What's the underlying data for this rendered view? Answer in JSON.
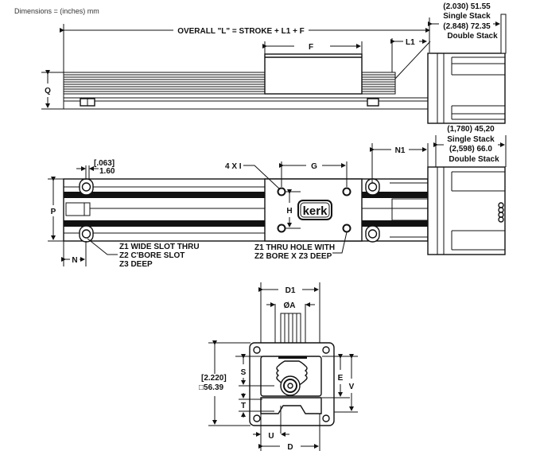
{
  "header": {
    "units_note": "Dimensions = (inches) mm"
  },
  "side_view": {
    "overall": "OVERALL \"L\" = STROKE + L1 + F",
    "f": "F",
    "l1": "L1",
    "q": "Q",
    "motor_length": [
      "(2.030) 51.55",
      "Single Stack",
      "(2.848) 72.35",
      "Double Stack"
    ]
  },
  "top_view": {
    "motor_length": [
      "(1,780) 45,20",
      "Single Stack",
      "(2,598) 66.0",
      "Double Stack"
    ],
    "slot_width": [
      "[.063]",
      "1.60"
    ],
    "holes": "4 X I",
    "g": "G",
    "n1": "N1",
    "p": "P",
    "h": "H",
    "n": "N",
    "logo": "kerk",
    "slot_note": [
      "Z1 WIDE SLOT THRU",
      "Z2 C'BORE SLOT",
      "Z3 DEEP"
    ],
    "hole_note": [
      "Z1 THRU HOLE WITH",
      "Z2 BORE X Z3 DEEP"
    ]
  },
  "end_view": {
    "d1": "D1",
    "a": "ØA",
    "square": [
      "[2.220]",
      "□56.39"
    ],
    "s": "S",
    "t": "T",
    "e": "E",
    "v": "V",
    "u": "U",
    "d": "D"
  }
}
